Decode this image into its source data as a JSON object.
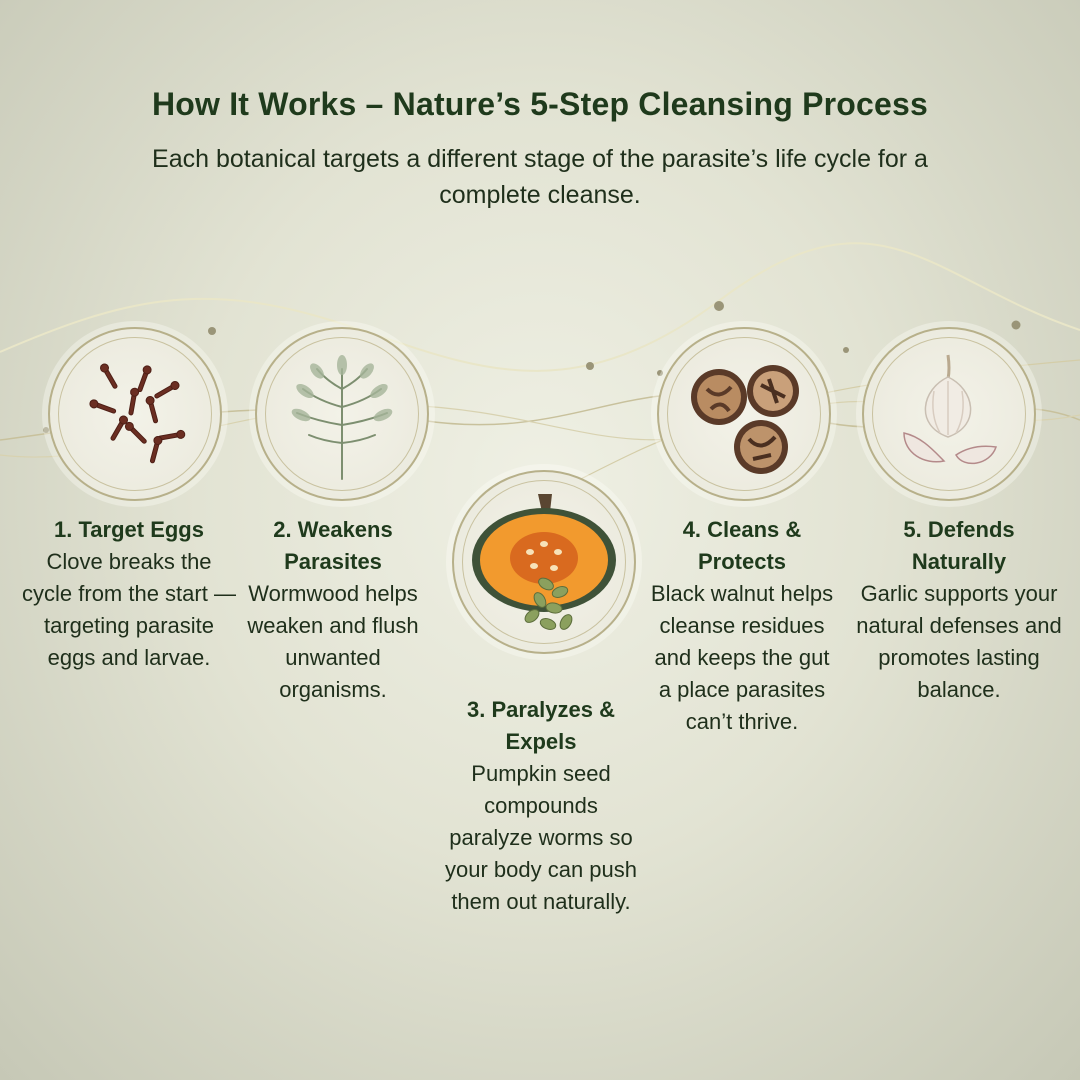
{
  "header": {
    "title": "How It Works – Nature’s 5-Step Cleansing Process",
    "subtitle": "Each botanical targets a different stage of the parasite’s life cycle for a complete cleanse."
  },
  "colors": {
    "heading": "#1f3a1c",
    "text": "#1f2f1b",
    "ring": "#b7b08a",
    "background": "#e2e3d3"
  },
  "steps": [
    {
      "title": "1. Target Eggs",
      "body": "Clove breaks the cycle from the start — targeting parasite eggs and larvae.",
      "icon": "clove-icon"
    },
    {
      "title": "2. Weakens Parasites",
      "body": "Wormwood helps weaken and flush unwanted organisms.",
      "icon": "wormwood-leaf-icon"
    },
    {
      "title": "3. Paralyzes & Expels",
      "body": "Pumpkin seed compounds paralyze worms so your body can push them out naturally.",
      "icon": "pumpkin-icon"
    },
    {
      "title": "4. Cleans & Protects",
      "body": "Black walnut helps cleanse residues and keeps the gut a place parasites can’t thrive.",
      "icon": "black-walnut-icon"
    },
    {
      "title": "5. Defends Naturally",
      "body": "Garlic supports your natural defenses and promotes lasting balance.",
      "icon": "garlic-icon"
    }
  ]
}
